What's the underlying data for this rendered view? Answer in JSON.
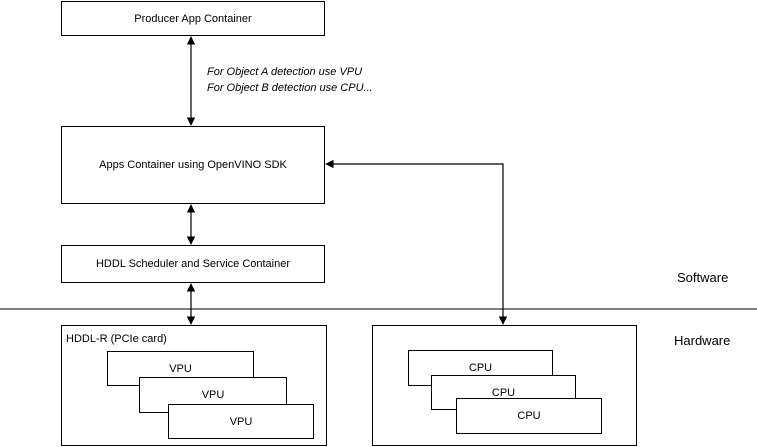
{
  "diagram": {
    "producer_box": "Producer App Container",
    "annotation_line1": "For Object A detection use VPU",
    "annotation_line2": "For Object B detection use CPU...",
    "apps_box": "Apps Container using OpenVINO SDK",
    "hddl_box": "HDDL Scheduler and Service Container",
    "software_label": "Software",
    "hardware_label": "Hardware",
    "hddlr_title": "HDDL-R (PCIe card)",
    "vpu_labels": [
      "VPU",
      "VPU",
      "VPU"
    ],
    "cpu_labels": [
      "CPU",
      "CPU",
      "CPU"
    ]
  }
}
